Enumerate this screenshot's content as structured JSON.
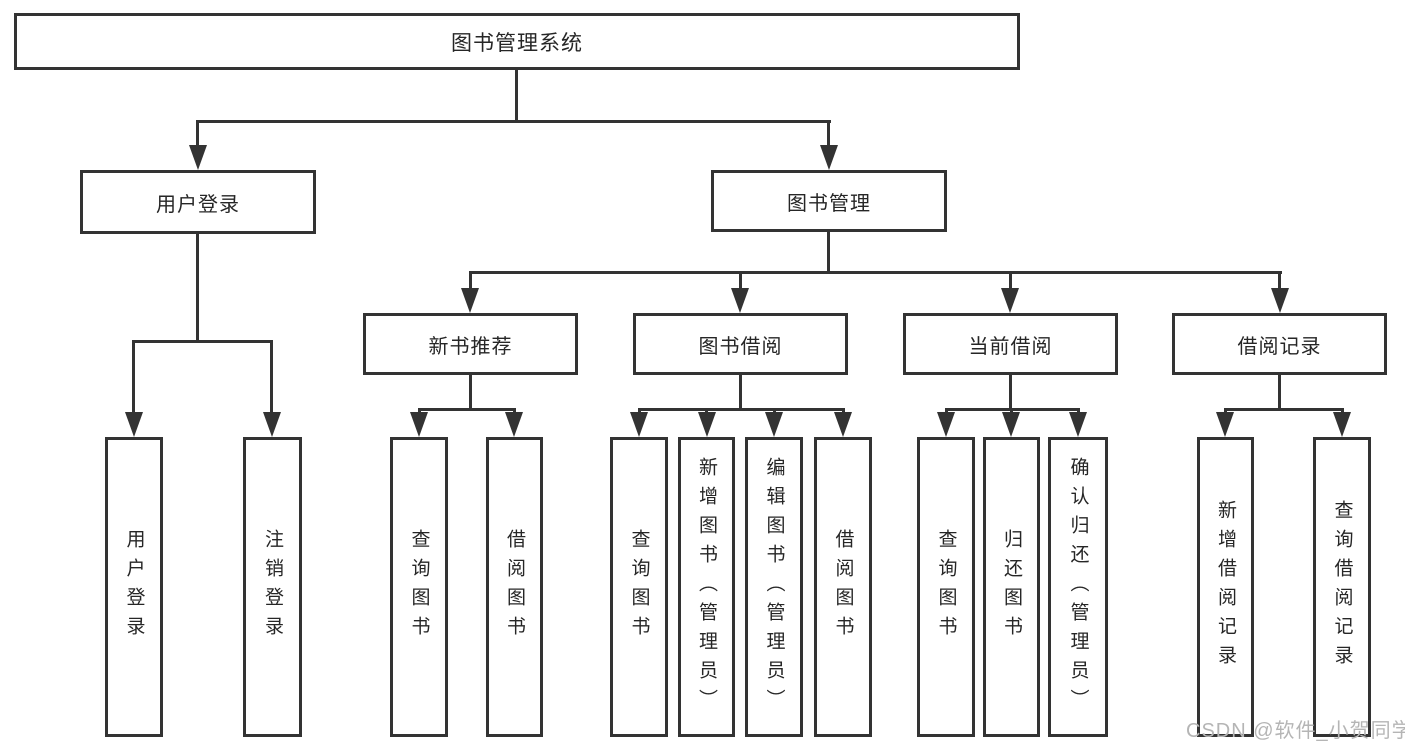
{
  "tree": {
    "root": {
      "label": "图书管理系统",
      "children": [
        {
          "label": "用户登录",
          "children": [
            {
              "label": "用户登录"
            },
            {
              "label": "注销登录"
            }
          ]
        },
        {
          "label": "图书管理",
          "children": [
            {
              "label": "新书推荐",
              "children": [
                {
                  "label": "查询图书"
                },
                {
                  "label": "借阅图书"
                }
              ]
            },
            {
              "label": "图书借阅",
              "children": [
                {
                  "label": "查询图书"
                },
                {
                  "label": "新增图书（管理员）"
                },
                {
                  "label": "编辑图书（管理员）"
                },
                {
                  "label": "借阅图书"
                }
              ]
            },
            {
              "label": "当前借阅",
              "children": [
                {
                  "label": "查询图书"
                },
                {
                  "label": "归还图书"
                },
                {
                  "label": "确认归还（管理员）"
                }
              ]
            },
            {
              "label": "借阅记录",
              "children": [
                {
                  "label": "新增借阅记录"
                },
                {
                  "label": "查询借阅记录"
                }
              ]
            }
          ]
        }
      ]
    }
  },
  "watermark": {
    "text": "CSDN @软件_小贺同学",
    "color": "#b5b5b5"
  },
  "colors": {
    "line": "#333333",
    "box_border": "#333333",
    "text": "#262626",
    "background": "#ffffff"
  }
}
